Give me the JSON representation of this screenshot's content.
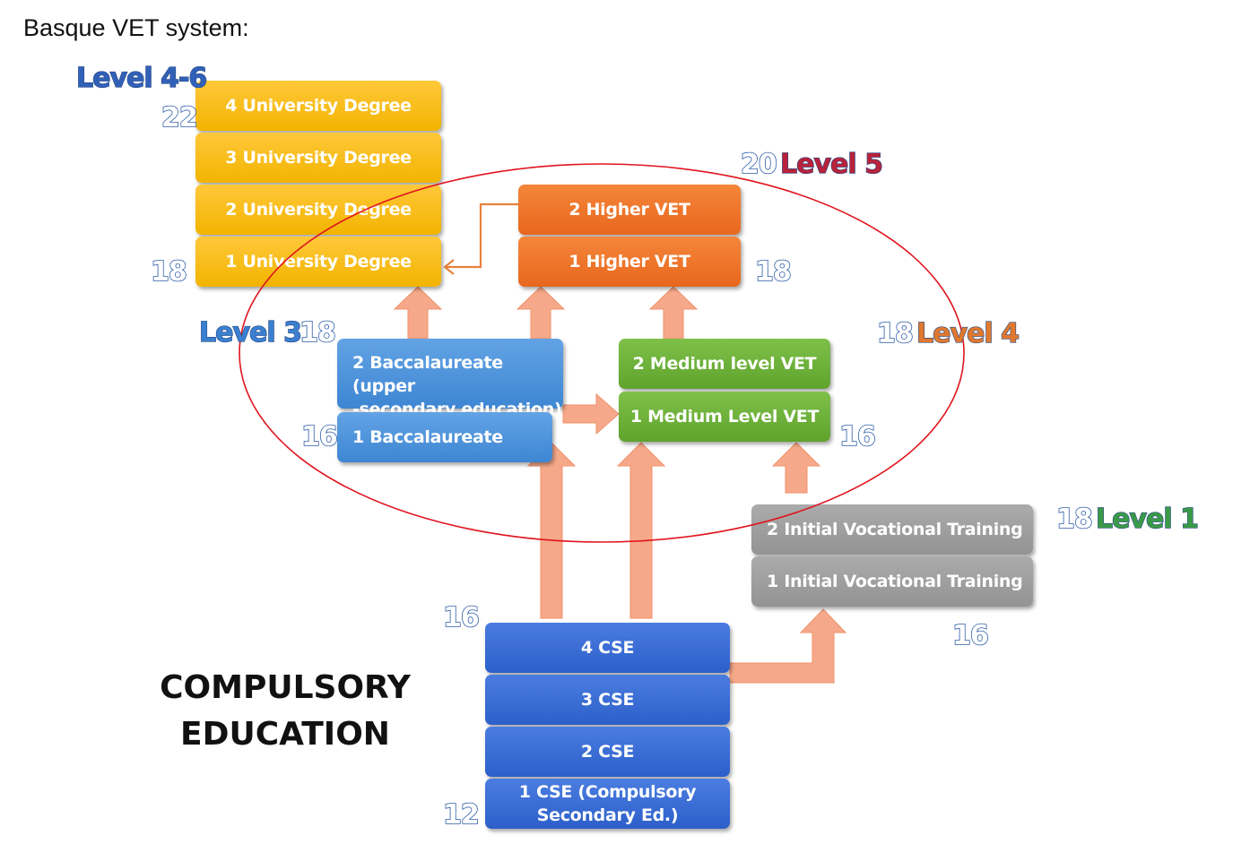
{
  "title": "Basque VET system:",
  "boxes": {
    "uni4": "4 University Degree",
    "uni3": "3 University Degree",
    "uni2": "2 University Degree",
    "uni1": "1 University Degree",
    "hvet2": "2 Higher VET",
    "hvet1": "1 Higher VET",
    "bac2_line1": "2 Baccalaureate  (upper",
    "bac2_line2": "-secondary education)",
    "bac1": "1 Baccalaureate",
    "mvet2": "2 Medium level VET",
    "mvet1": "1 Medium Level VET",
    "ivt2": "2 Initial Vocational Training",
    "ivt1": "1 Initial Vocational Training",
    "cse4": "4 CSE",
    "cse3": "3 CSE",
    "cse2": "2 CSE",
    "cse1_line1": "1 CSE (Compulsory",
    "cse1_line2": "Secondary Ed.)"
  },
  "levels": {
    "l46": "Level 4-6",
    "l5": "Level 5",
    "l3": "Level 3",
    "l4": "Level 4",
    "l1": "Level 1"
  },
  "ages": {
    "uni_top": "22",
    "uni_bottom": "18",
    "hvet_top": "20",
    "hvet_bottom": "18",
    "bac_top": "18",
    "bac_bottom": "16",
    "mvet_top": "18",
    "mvet_bottom": "16",
    "ivt_top": "18",
    "ivt_bottom": "16",
    "cse_top": "16",
    "cse_bottom": "12"
  },
  "compulsory": {
    "line1": "COMPULSORY",
    "line2": "EDUCATION"
  },
  "colors": {
    "university": "#f2b400",
    "higher_vet": "#e8671e",
    "baccalaureate": "#3e86d3",
    "medium_vet": "#5fa32d",
    "initial_vt": "#939393",
    "cse": "#2c5fca",
    "arrow": "#f6a98a",
    "ellipse": "#e0141e"
  }
}
